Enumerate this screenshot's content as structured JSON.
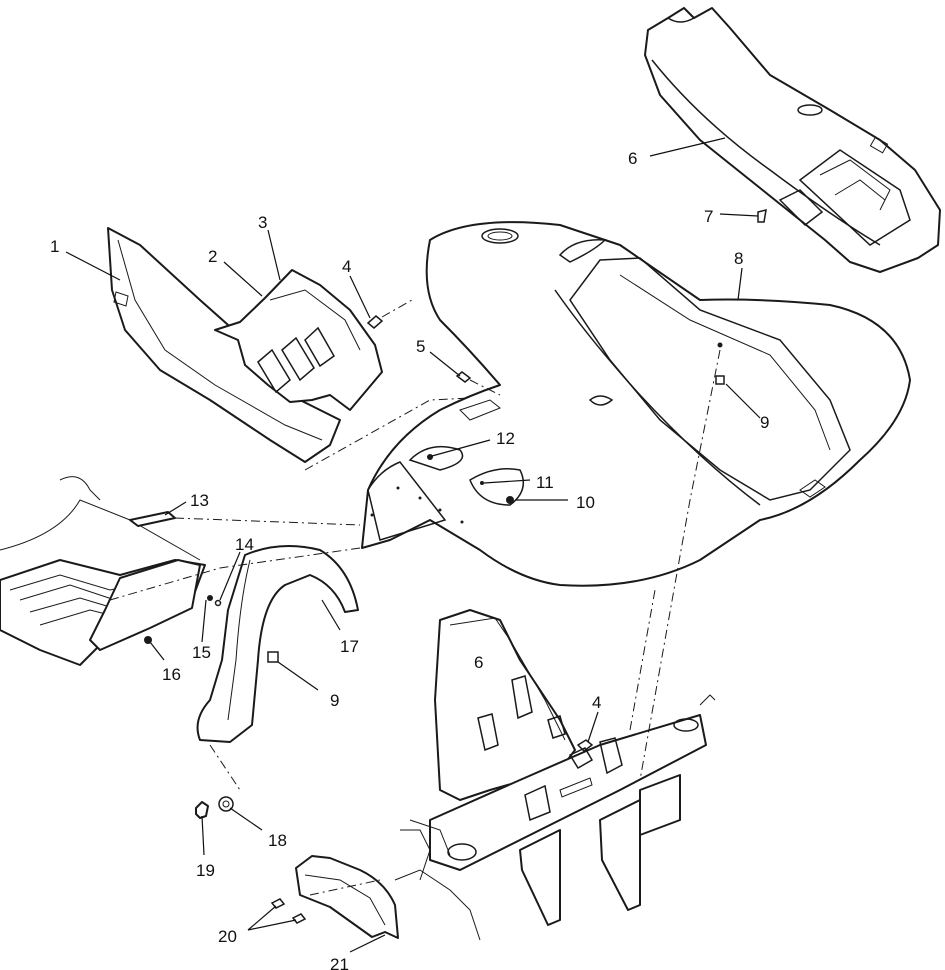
{
  "callouts": [
    {
      "id": "c1",
      "label": "1"
    },
    {
      "id": "c2",
      "label": "2"
    },
    {
      "id": "c3",
      "label": "3"
    },
    {
      "id": "c4a",
      "label": "4"
    },
    {
      "id": "c4b",
      "label": "4"
    },
    {
      "id": "c5",
      "label": "5"
    },
    {
      "id": "c6",
      "label": "6"
    },
    {
      "id": "c7",
      "label": "7"
    },
    {
      "id": "c8",
      "label": "8"
    },
    {
      "id": "c9a",
      "label": "9"
    },
    {
      "id": "c9b",
      "label": "9"
    },
    {
      "id": "c10",
      "label": "10"
    },
    {
      "id": "c11",
      "label": "11"
    },
    {
      "id": "c12",
      "label": "12"
    },
    {
      "id": "c13",
      "label": "13"
    },
    {
      "id": "c14",
      "label": "14"
    },
    {
      "id": "c15",
      "label": "15"
    },
    {
      "id": "c16",
      "label": "16"
    },
    {
      "id": "c17",
      "label": "17"
    },
    {
      "id": "c18",
      "label": "18"
    },
    {
      "id": "c19",
      "label": "19"
    },
    {
      "id": "c20",
      "label": "20"
    },
    {
      "id": "c21",
      "label": "21"
    }
  ],
  "frame_stamp": "6"
}
